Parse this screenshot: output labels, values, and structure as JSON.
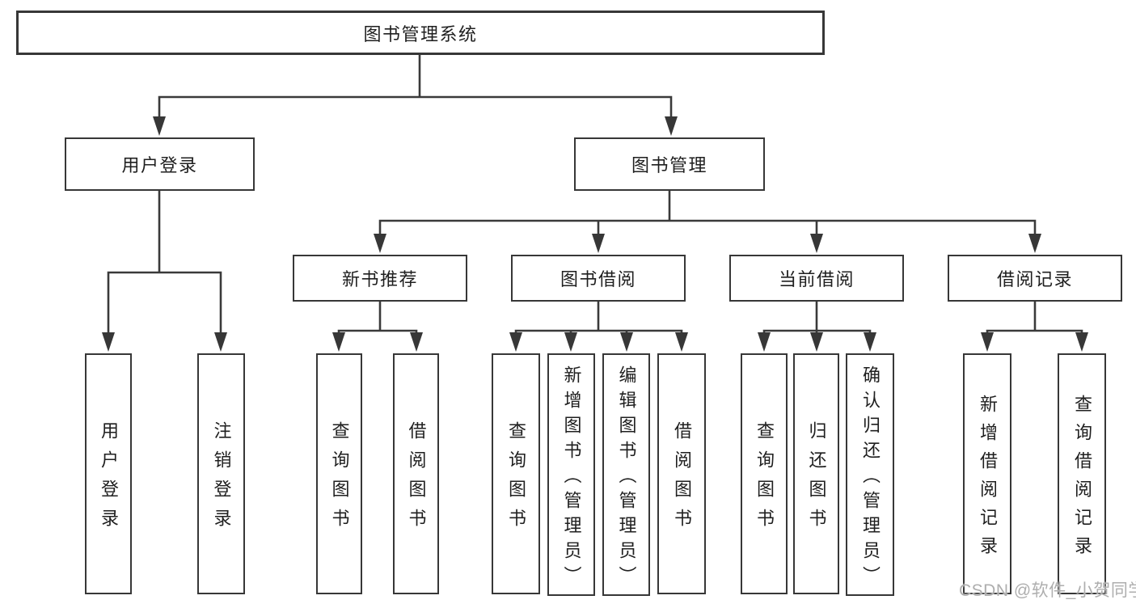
{
  "tree": {
    "label": "图书管理系统",
    "children": [
      {
        "label": "用户登录",
        "children": [
          {
            "label": "用户登录"
          },
          {
            "label": "注销登录"
          }
        ]
      },
      {
        "label": "图书管理",
        "children": [
          {
            "label": "新书推荐",
            "children": [
              {
                "label": "查询图书"
              },
              {
                "label": "借阅图书"
              }
            ]
          },
          {
            "label": "图书借阅",
            "children": [
              {
                "label": "查询图书"
              },
              {
                "label": "新增图书（管理员）"
              },
              {
                "label": "编辑图书（管理员）"
              },
              {
                "label": "借阅图书"
              }
            ]
          },
          {
            "label": "当前借阅",
            "children": [
              {
                "label": "查询图书"
              },
              {
                "label": "归还图书"
              },
              {
                "label": "确认归还（管理员）"
              }
            ]
          },
          {
            "label": "借阅记录",
            "children": [
              {
                "label": "新增借阅记录"
              },
              {
                "label": "查询借阅记录"
              }
            ]
          }
        ]
      }
    ]
  },
  "watermark": {
    "text": "CSDN @软件_小贺同学"
  },
  "colors": {
    "background": "#ffffff",
    "line": "#3a3a3a",
    "box_border": "#373737",
    "text": "#1f1f1f",
    "watermark": "#aeaeae"
  }
}
